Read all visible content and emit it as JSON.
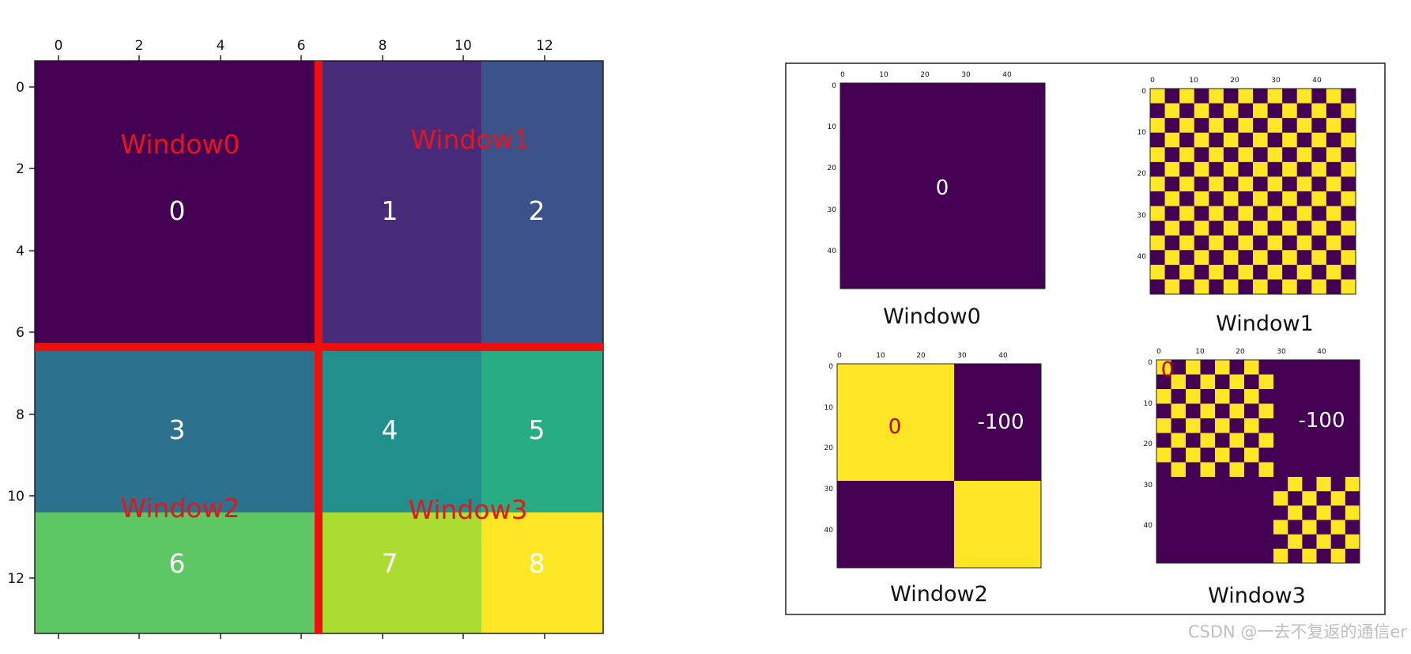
{
  "left_figure": {
    "xticks": [
      "0",
      "2",
      "4",
      "6",
      "8",
      "10",
      "12"
    ],
    "yticks": [
      "0",
      "2",
      "4",
      "6",
      "8",
      "10",
      "12"
    ],
    "region_labels": [
      "0",
      "1",
      "2",
      "3",
      "4",
      "5",
      "6",
      "7",
      "8"
    ],
    "window_labels": [
      "Window0",
      "Window1",
      "Window2",
      "Window3"
    ],
    "colors": {
      "r0": "#440154",
      "r1": "#482a7a",
      "r2": "#3b528b",
      "r3": "#2c718e",
      "r4": "#21908c",
      "r5": "#27ad81",
      "r6": "#5dc863",
      "r7": "#aadc32",
      "r8": "#fde725",
      "divider": "#ee0f0f"
    }
  },
  "right_figure": {
    "captions": [
      "Window0",
      "Window1",
      "Window2",
      "Window3"
    ],
    "ticks": [
      "0",
      "10",
      "20",
      "30",
      "40"
    ],
    "w0_value": "0",
    "w2_values": [
      "0",
      "-100"
    ],
    "w3_values": [
      "0",
      "-100"
    ],
    "colors": {
      "dark": "#440154",
      "bright": "#fde725"
    }
  },
  "watermark": "CSDN @一去不复返的通信er"
}
